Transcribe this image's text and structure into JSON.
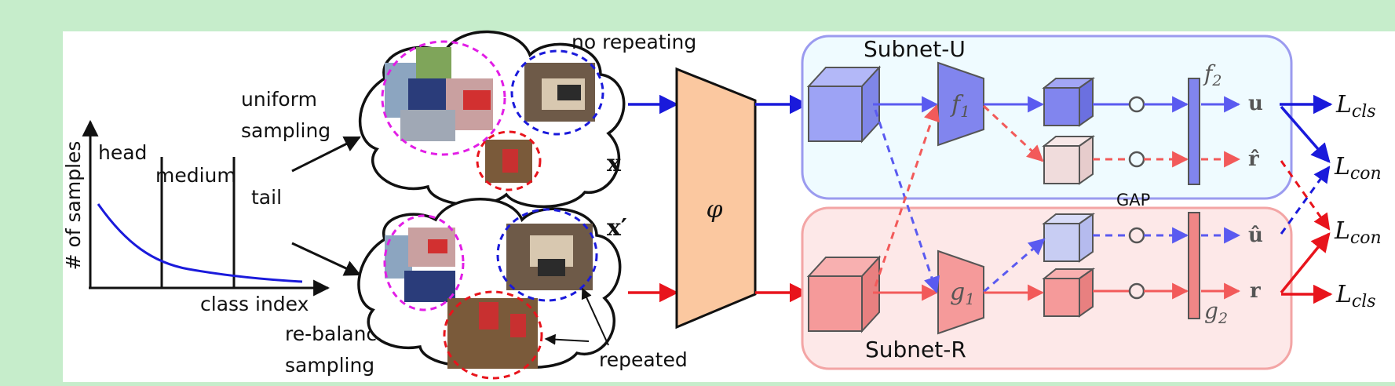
{
  "colors": {
    "background": "#c6edcb",
    "blue": "#1a1adb",
    "red": "#e8141c",
    "blue_light": "#5a5af0",
    "red_light": "#f25a5a",
    "backbone": "#fbc8a0",
    "subnet_u_fill": "#effbff",
    "subnet_u_border": "#9b9bef",
    "subnet_r_fill": "#fde8e8",
    "subnet_r_border": "#f3a5a5",
    "magenta": "#e21ee6"
  },
  "chart": {
    "ylabel": "# of samples",
    "xlabel": "class index",
    "regions": [
      "head",
      "medium",
      "tail"
    ]
  },
  "sampling": {
    "uniform_line1": "uniform",
    "uniform_line2": "sampling",
    "rebalanced_line1": "re-balanced",
    "rebalanced_line2": "sampling",
    "no_repeating": "no repeating",
    "repeated": "repeated"
  },
  "inputs": {
    "x": "x",
    "x_prime": "x′"
  },
  "backbone": {
    "symbol": "φ"
  },
  "subnet_u": {
    "title": "Subnet-U",
    "f1": "f",
    "f1_sub": "1",
    "f2": "f",
    "f2_sub": "2",
    "out_u": "u",
    "out_r_hat": "r̂"
  },
  "subnet_r": {
    "title": "Subnet-R",
    "g1": "g",
    "g1_sub": "1",
    "g2": "g",
    "g2_sub": "2",
    "out_u_hat": "û",
    "out_r": "r"
  },
  "gap": "GAP",
  "losses": {
    "symbol": "L",
    "cls_sub": "cls",
    "con_sub": "con"
  },
  "icons": [
    "image-collage",
    "cloud-outline",
    "feature-cube",
    "pooling-circle"
  ]
}
